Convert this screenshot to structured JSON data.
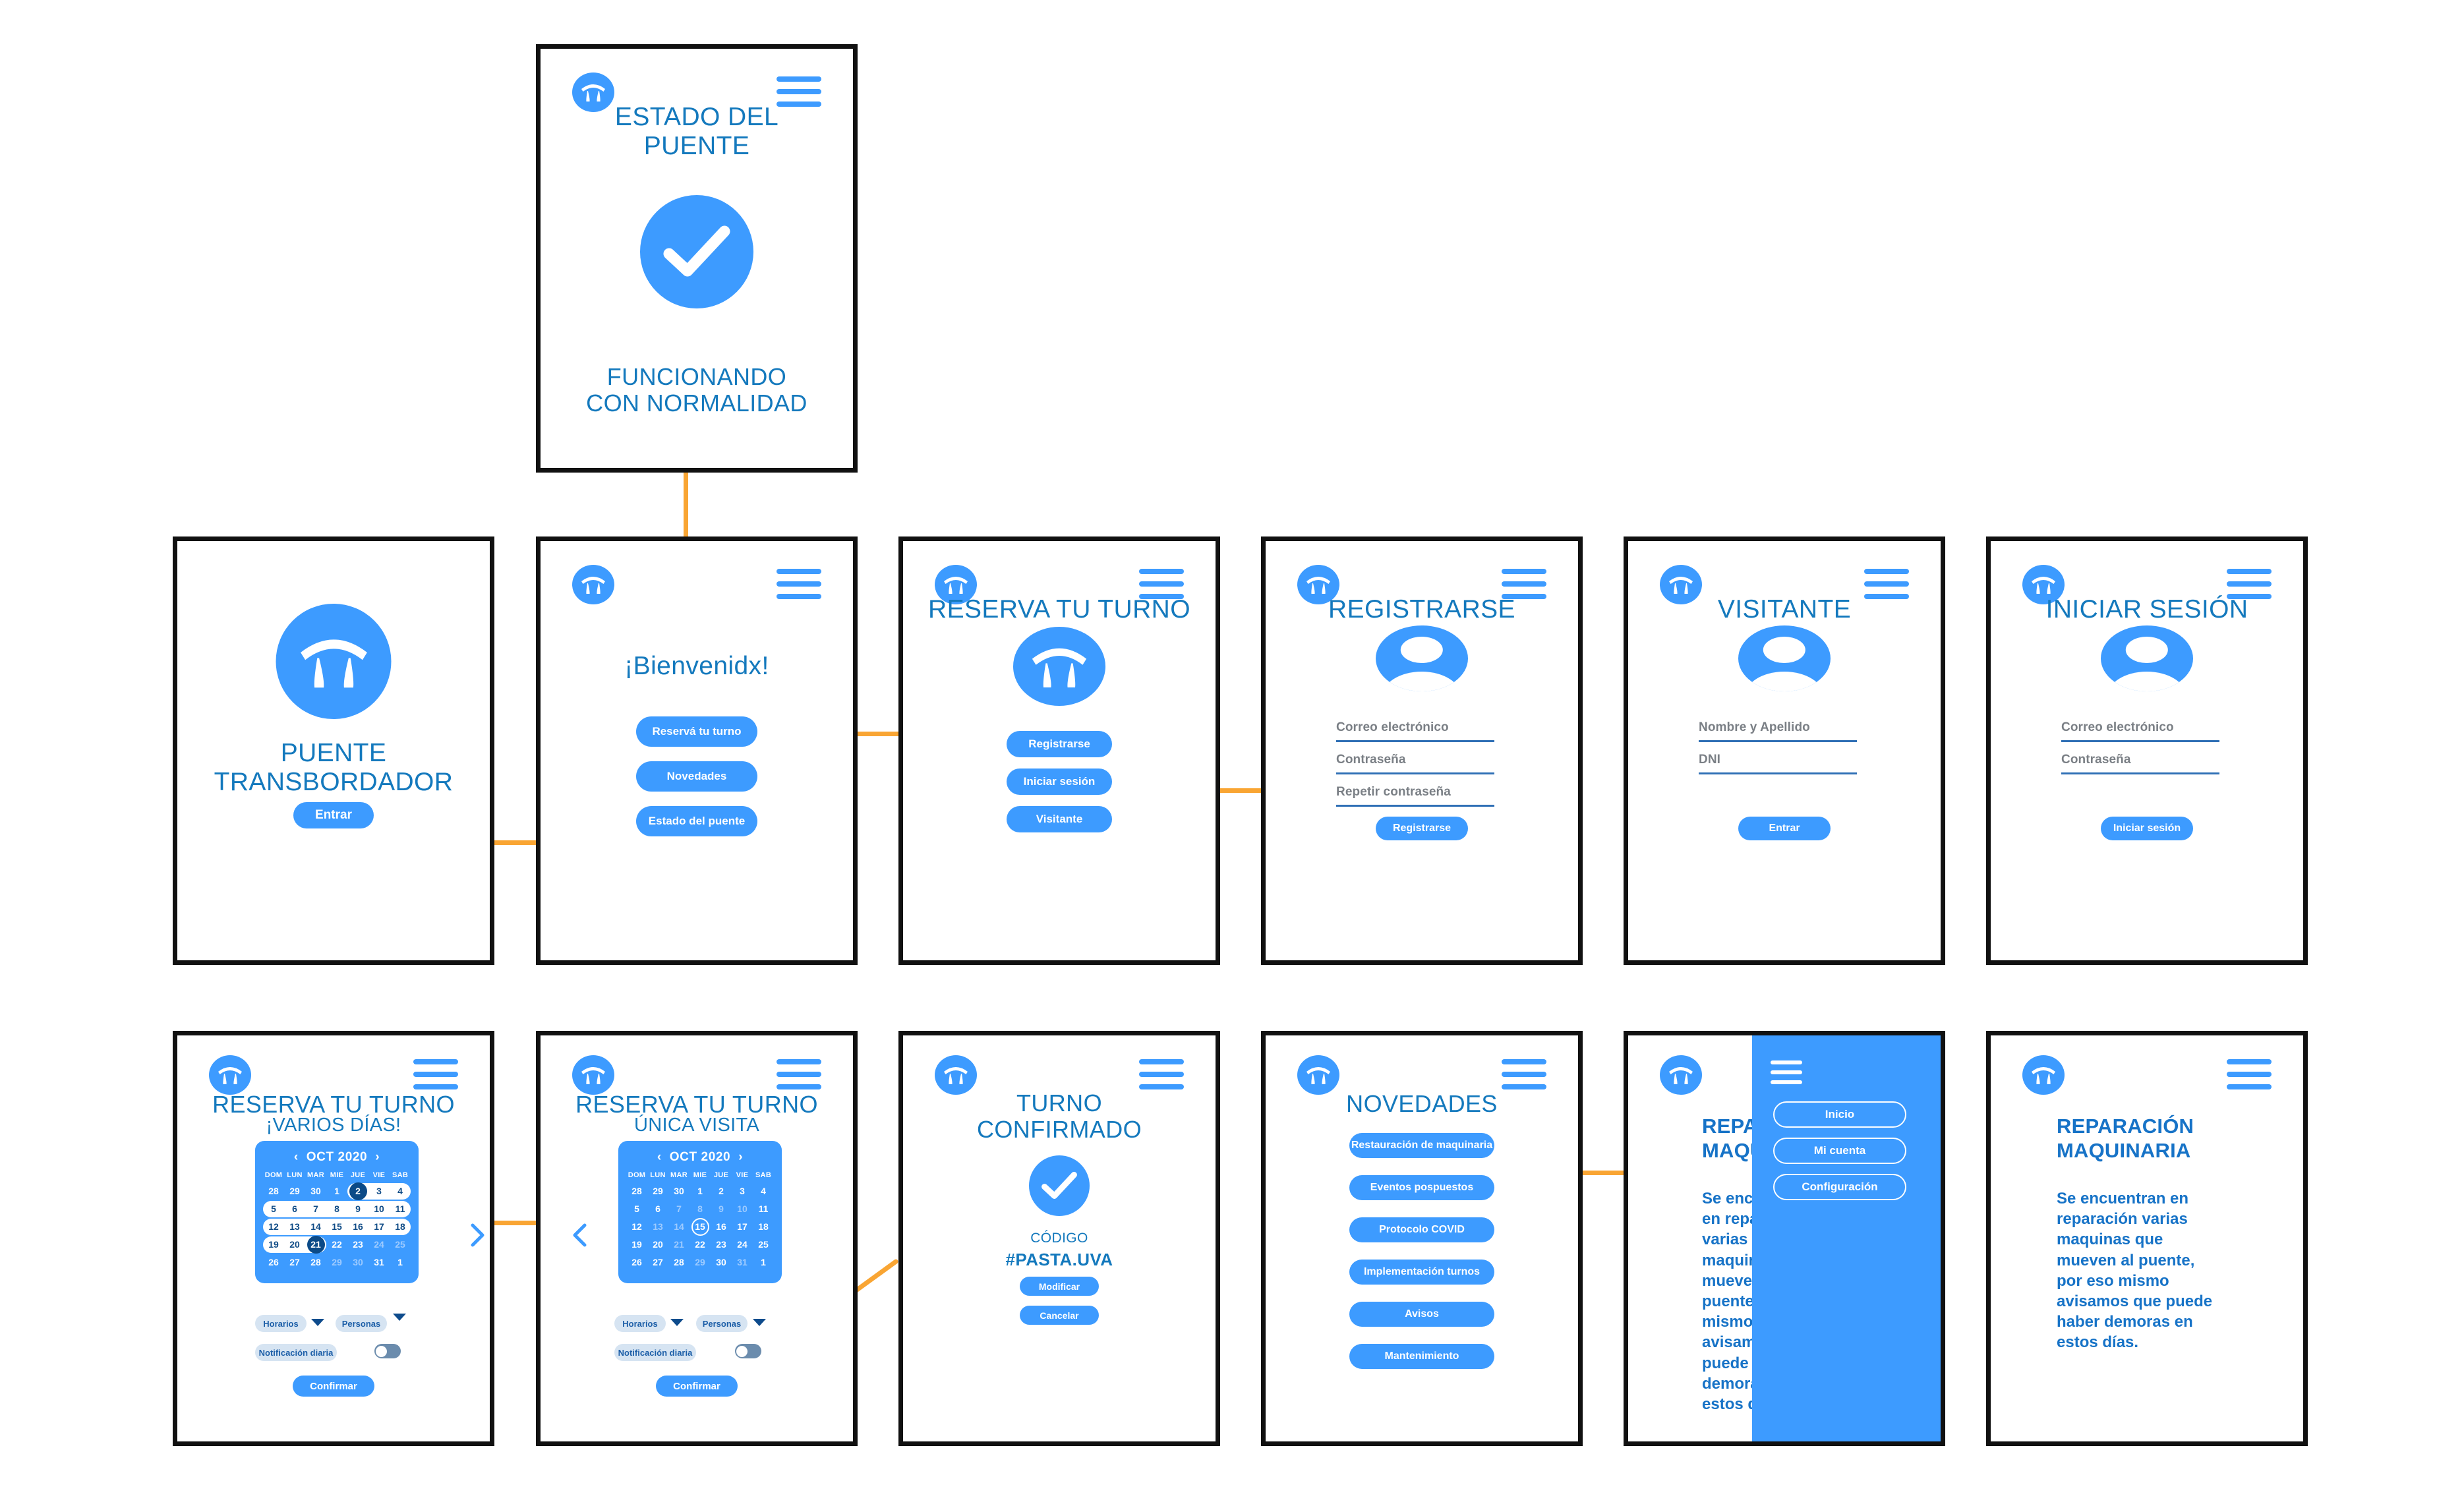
{
  "accent": {
    "blue": "#3d9bff",
    "title_blue": "#1479bd",
    "dark_blue": "#0b4a87",
    "orange": "#f9a533",
    "frame": "#111111"
  },
  "screens": {
    "estado_puente": {
      "title_line1": "ESTADO DEL",
      "title_line2": "PUENTE",
      "status_line1": "FUNCIONANDO",
      "status_line2": "CON NORMALIDAD",
      "icon": "check-circle-icon"
    },
    "splash": {
      "title_line1": "PUENTE",
      "title_line2": "TRANSBORDADOR",
      "enter_button": "Entrar",
      "icon": "bridge-icon"
    },
    "bienvenida": {
      "title": "¡Bienvenidx!",
      "buttons": [
        "Reservá tu turno",
        "Novedades",
        "Estado del puente"
      ]
    },
    "reserva_turno": {
      "title": "RESERVA TU TURNO",
      "buttons": [
        "Registrarse",
        "Iniciar sesión",
        "Visitante"
      ],
      "icon": "bridge-icon"
    },
    "registrarse": {
      "title": "REGISTRARSE",
      "icon": "user-avatar-icon",
      "fields": [
        "Correo electrónico",
        "Contraseña",
        "Repetir contraseña"
      ],
      "submit": "Registrarse"
    },
    "visitante": {
      "title": "VISITANTE",
      "icon": "user-avatar-icon",
      "fields": [
        "Nombre y Apellido",
        "DNI"
      ],
      "submit": "Entrar"
    },
    "iniciar_sesion": {
      "title": "INICIAR SESIÓN",
      "icon": "user-avatar-icon",
      "fields": [
        "Correo electrónico",
        "Contraseña"
      ],
      "submit": "Iniciar sesión"
    },
    "reserva_varios_dias": {
      "title": "RESERVA TU TURNO",
      "subtitle": "¡VARIOS DÍAS!",
      "calendar": {
        "month_label": "OCT 2020",
        "prev": "‹",
        "next": "›",
        "dow": [
          "DOM",
          "LUN",
          "MAR",
          "MIE",
          "JUE",
          "VIE",
          "SAB"
        ],
        "weeks": [
          [
            {
              "d": "28"
            },
            {
              "d": "29"
            },
            {
              "d": "30"
            },
            {
              "d": "1"
            },
            {
              "d": "2",
              "state": "selected"
            },
            {
              "d": "3",
              "state": "inrange"
            },
            {
              "d": "4",
              "state": "inrange"
            }
          ],
          [
            {
              "d": "5",
              "state": "inrange"
            },
            {
              "d": "6",
              "state": "inrange"
            },
            {
              "d": "7",
              "state": "inrange"
            },
            {
              "d": "8",
              "state": "inrange"
            },
            {
              "d": "9",
              "state": "inrange"
            },
            {
              "d": "10",
              "state": "inrange"
            },
            {
              "d": "11",
              "state": "inrange"
            }
          ],
          [
            {
              "d": "12",
              "state": "inrange"
            },
            {
              "d": "13",
              "state": "inrange"
            },
            {
              "d": "14",
              "state": "inrange"
            },
            {
              "d": "15",
              "state": "inrange"
            },
            {
              "d": "16",
              "state": "inrange"
            },
            {
              "d": "17",
              "state": "inrange"
            },
            {
              "d": "18",
              "state": "inrange"
            }
          ],
          [
            {
              "d": "19",
              "state": "inrange"
            },
            {
              "d": "20",
              "state": "inrange"
            },
            {
              "d": "21",
              "state": "selected"
            },
            {
              "d": "22"
            },
            {
              "d": "23"
            },
            {
              "d": "24",
              "state": "disabled"
            },
            {
              "d": "25",
              "state": "disabled"
            }
          ],
          [
            {
              "d": "26"
            },
            {
              "d": "27"
            },
            {
              "d": "28"
            },
            {
              "d": "29",
              "state": "disabled"
            },
            {
              "d": "30",
              "state": "disabled"
            },
            {
              "d": "31"
            },
            {
              "d": "1"
            }
          ]
        ]
      },
      "horarios_chip": "Horarios",
      "personas_chip": "Personas",
      "notif_chip": "Notificación diaria",
      "confirm": "Confirmar"
    },
    "reserva_unica_visita": {
      "title": "RESERVA TU TURNO",
      "subtitle": "ÚNICA VISITA",
      "calendar": {
        "month_label": "OCT 2020",
        "prev": "‹",
        "next": "›",
        "dow": [
          "DOM",
          "LUN",
          "MAR",
          "MIE",
          "JUE",
          "VIE",
          "SAB"
        ],
        "weeks": [
          [
            {
              "d": "28"
            },
            {
              "d": "29"
            },
            {
              "d": "30"
            },
            {
              "d": "1"
            },
            {
              "d": "2"
            },
            {
              "d": "3"
            },
            {
              "d": "4"
            }
          ],
          [
            {
              "d": "5"
            },
            {
              "d": "6"
            },
            {
              "d": "7",
              "state": "disabled"
            },
            {
              "d": "8",
              "state": "disabled"
            },
            {
              "d": "9",
              "state": "disabled"
            },
            {
              "d": "10",
              "state": "disabled"
            },
            {
              "d": "11"
            }
          ],
          [
            {
              "d": "12"
            },
            {
              "d": "13",
              "state": "disabled"
            },
            {
              "d": "14",
              "state": "disabled"
            },
            {
              "d": "15",
              "state": "ring"
            },
            {
              "d": "16"
            },
            {
              "d": "17"
            },
            {
              "d": "18"
            }
          ],
          [
            {
              "d": "19"
            },
            {
              "d": "20"
            },
            {
              "d": "21",
              "state": "disabled"
            },
            {
              "d": "22"
            },
            {
              "d": "23"
            },
            {
              "d": "24"
            },
            {
              "d": "25"
            }
          ],
          [
            {
              "d": "26"
            },
            {
              "d": "27"
            },
            {
              "d": "28"
            },
            {
              "d": "29",
              "state": "disabled"
            },
            {
              "d": "30"
            },
            {
              "d": "31",
              "state": "disabled"
            },
            {
              "d": "1"
            }
          ]
        ]
      },
      "horarios_chip": "Horarios",
      "personas_chip": "Personas",
      "notif_chip": "Notificación diaria",
      "confirm": "Confirmar"
    },
    "turno_confirmado": {
      "title_line1": "TURNO",
      "title_line2": "CONFIRMADO",
      "icon": "check-circle-icon",
      "code_label": "CÓDIGO",
      "code_value": "#PASTA.UVA",
      "buttons": [
        "Modificar",
        "Cancelar"
      ]
    },
    "novedades": {
      "title": "NOVEDADES",
      "items": [
        "Restauración de maquinaria",
        "Eventos pospuestos",
        "Protocolo COVID",
        "Implementación turnos",
        "Avisos",
        "Mantenimiento"
      ]
    },
    "novedad_menu": {
      "article_title_line1": "REPARACIÓN",
      "article_title_line2": "MAQUINARIA",
      "article_body": "Se encuentran en reparación varias maquinas que mueven al puente, por eso mismo avisamos que puede haber demoras en estos días.",
      "menu_items": [
        "Inicio",
        "Mi cuenta",
        "Configuración"
      ]
    },
    "novedad_detalle": {
      "title_line1": "REPARACIÓN",
      "title_line2": "MAQUINARIA",
      "body": "Se encuentran en reparación varias maquinas que mueven al puente, por eso mismo avisamos que puede haber demoras en estos días."
    }
  }
}
